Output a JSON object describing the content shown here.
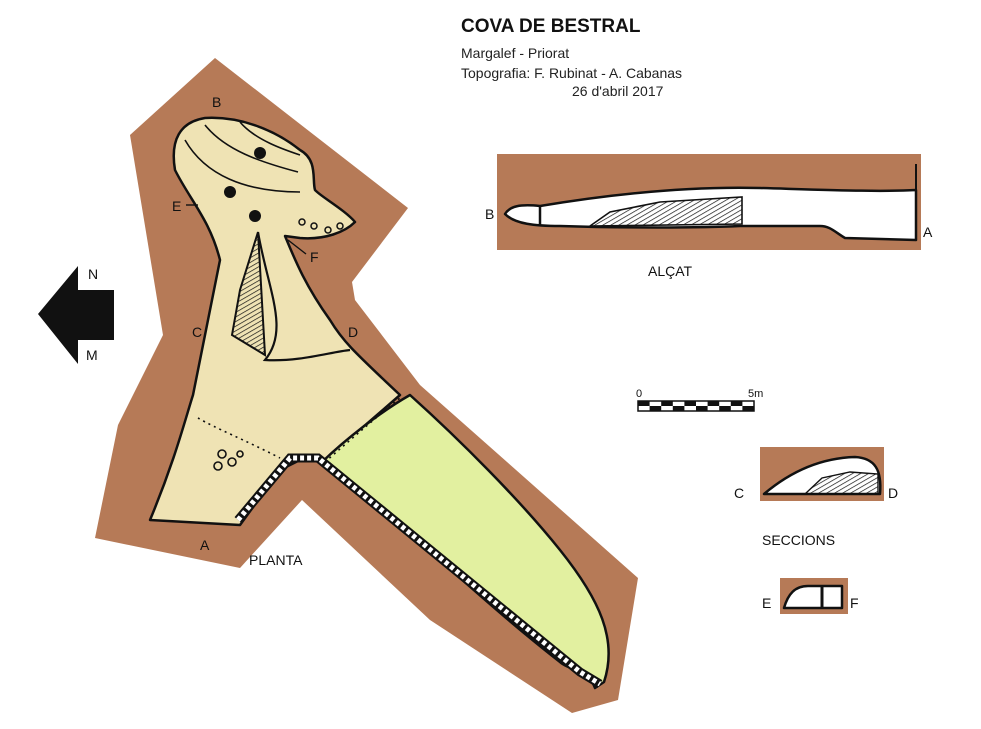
{
  "header": {
    "title": "COVA DE BESTRAL",
    "location": "Margalef  -  Priorat",
    "survey": "Topografia: F. Rubinat - A. Cabanas",
    "date": "26 d'abril 2017"
  },
  "north_arrow": {
    "top_label": "N",
    "bottom_label": "M"
  },
  "plan": {
    "caption": "PLANTA",
    "points": {
      "a": "A",
      "b": "B",
      "c": "C",
      "d": "D",
      "e": "E",
      "f": "F"
    }
  },
  "elevation": {
    "caption": "ALÇAT",
    "left_label": "B",
    "right_label": "A"
  },
  "scale_bar": {
    "start_label": "0",
    "end_label": "5m"
  },
  "sections": {
    "caption": "SECCIONS",
    "cd": {
      "left_label": "C",
      "right_label": "D"
    },
    "ef": {
      "left_label": "E",
      "right_label": "F"
    }
  },
  "colors": {
    "rock": "#b67a57",
    "floor": "#efe3b4",
    "water": "#e2f0a0",
    "ink": "#111111"
  }
}
